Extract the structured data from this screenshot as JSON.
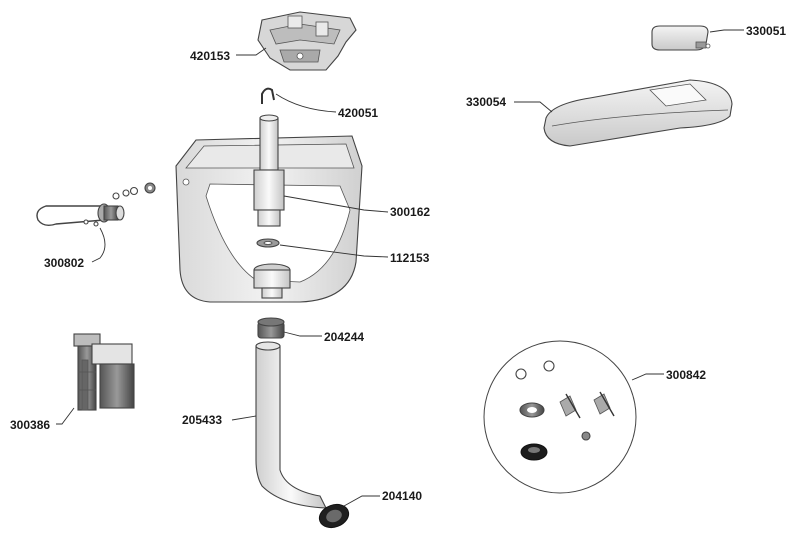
{
  "parts": [
    {
      "id": "p420153",
      "number": "420153",
      "icon": "valve-top-assembly-icon"
    },
    {
      "id": "p420051",
      "number": "420051",
      "icon": "wire-clip-icon"
    },
    {
      "id": "p300162",
      "number": "300162",
      "icon": "overflow-pipe-icon"
    },
    {
      "id": "p112153",
      "number": "112153",
      "icon": "seal-washer-icon"
    },
    {
      "id": "p300802",
      "number": "300802",
      "icon": "inlet-connector-icon"
    },
    {
      "id": "p204244",
      "number": "204244",
      "icon": "nut-icon"
    },
    {
      "id": "p300386",
      "number": "300386",
      "icon": "fill-valve-icon"
    },
    {
      "id": "p205433",
      "number": "205433",
      "icon": "flush-pipe-icon"
    },
    {
      "id": "p204140",
      "number": "204140",
      "icon": "rubber-cone-seal-icon"
    },
    {
      "id": "p330051",
      "number": "330051",
      "icon": "push-button-icon"
    },
    {
      "id": "p330054",
      "number": "330054",
      "icon": "cistern-lid-icon"
    },
    {
      "id": "p300842",
      "number": "300842",
      "icon": "fixing-kit-icon"
    }
  ]
}
